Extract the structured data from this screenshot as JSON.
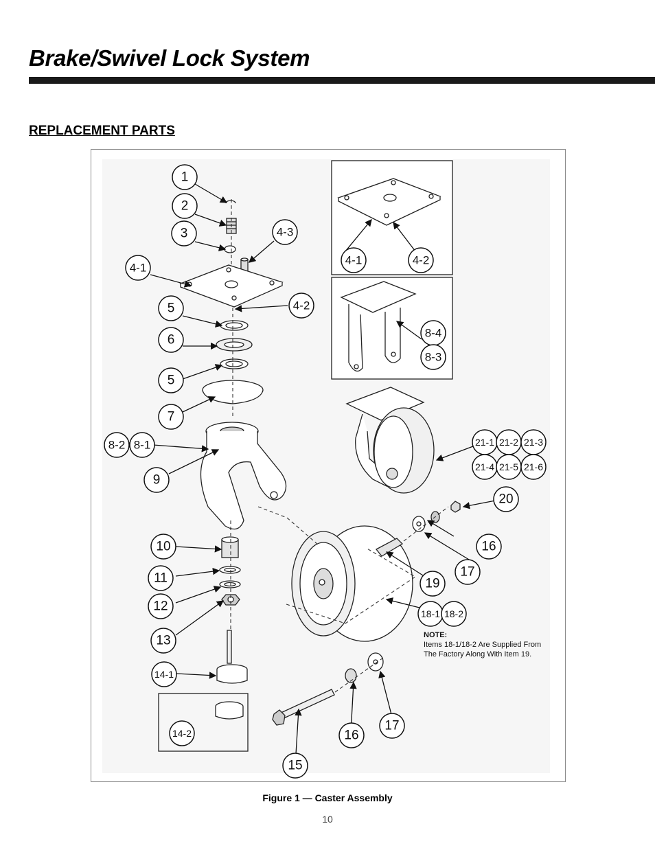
{
  "page": {
    "title": "Brake/Swivel Lock System",
    "section_heading": "REPLACEMENT PARTS",
    "page_number": "10"
  },
  "figure": {
    "caption": "Figure 1 — Caster Assembly",
    "note_title": "NOTE:",
    "note_line1": "Items 18-1/18-2 Are Supplied From",
    "note_line2": "The Factory Along With Item 19.",
    "callouts": {
      "c1": "1",
      "c2": "2",
      "c3": "3",
      "c4_3": "4-3",
      "c4_1": "4-1",
      "c4_2": "4-2",
      "c5a": "5",
      "c6": "6",
      "c5b": "5",
      "c7": "7",
      "c8_2": "8-2",
      "c8_1": "8-1",
      "c9": "9",
      "c10": "10",
      "c11": "11",
      "c12": "12",
      "c13": "13",
      "c14_1": "14-1",
      "c14_2": "14-2",
      "c15": "15",
      "c16a": "16",
      "c17a": "17",
      "c16b": "16",
      "c17b": "17",
      "c19": "19",
      "c20": "20",
      "c18_1": "18-1",
      "c18_2": "18-2",
      "inset_4_1": "4-1",
      "inset_4_2": "4-2",
      "c8_4": "8-4",
      "c8_3": "8-3",
      "c21_1": "21-1",
      "c21_2": "21-2",
      "c21_3": "21-3",
      "c21_4": "21-4",
      "c21_5": "21-5",
      "c21_6": "21-6"
    }
  }
}
